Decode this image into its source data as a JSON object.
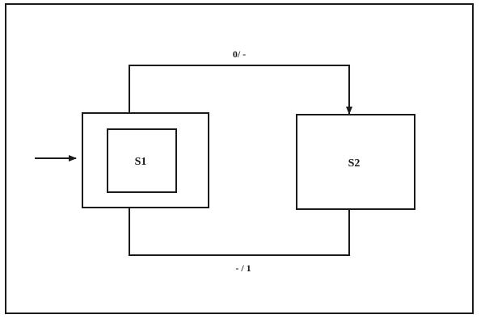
{
  "diagram": {
    "states": [
      {
        "id": "s1",
        "label": "S1",
        "initial": true
      },
      {
        "id": "s2",
        "label": "S2",
        "initial": false
      }
    ],
    "transitions": [
      {
        "from": "s1",
        "to": "s2",
        "label": "0/ -"
      },
      {
        "from": "s2",
        "to": "s1",
        "label": "- / 1"
      }
    ],
    "colors": {
      "stroke": "#1a1a1a",
      "background": "#ffffff"
    }
  }
}
